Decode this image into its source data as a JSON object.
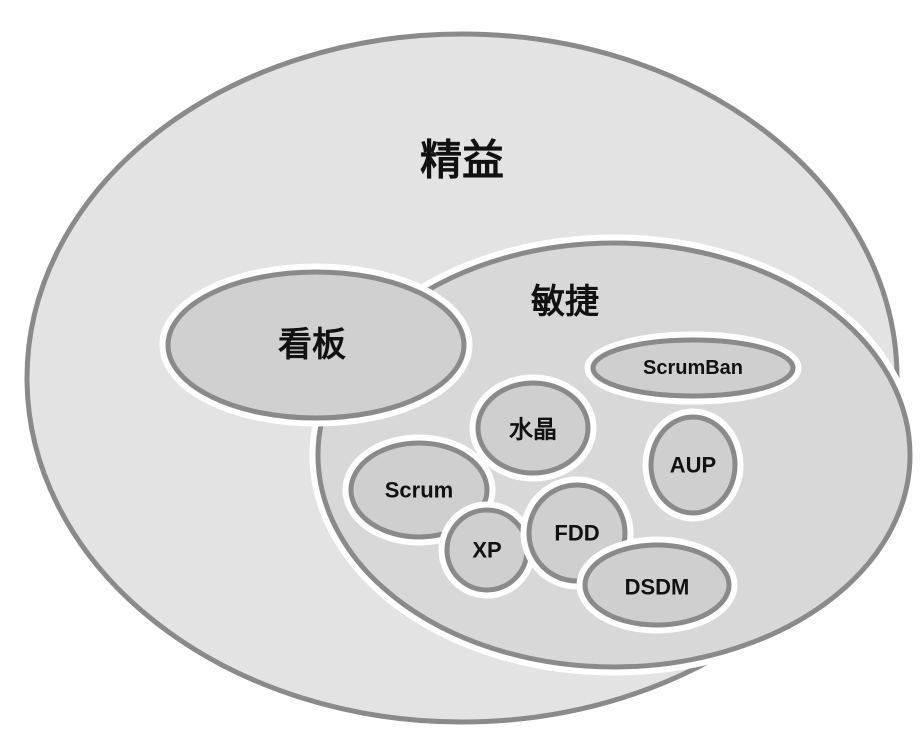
{
  "diagram": {
    "lean": {
      "label": "精益",
      "fill": "#e3e3e3"
    },
    "agile": {
      "label": "敏捷",
      "fill": "#d8d8d8"
    },
    "kanban": {
      "label": "看板",
      "fill": "#d0d0d0"
    },
    "methods": [
      {
        "id": "scrumban",
        "label": "ScrumBan"
      },
      {
        "id": "crystal",
        "label": "水晶"
      },
      {
        "id": "aup",
        "label": "AUP"
      },
      {
        "id": "scrum",
        "label": "Scrum"
      },
      {
        "id": "xp",
        "label": "XP"
      },
      {
        "id": "fdd",
        "label": "FDD"
      },
      {
        "id": "dsdm",
        "label": "DSDM"
      }
    ],
    "stroke": "#8a8a8a",
    "inner_fill": "#cfcfcf"
  }
}
